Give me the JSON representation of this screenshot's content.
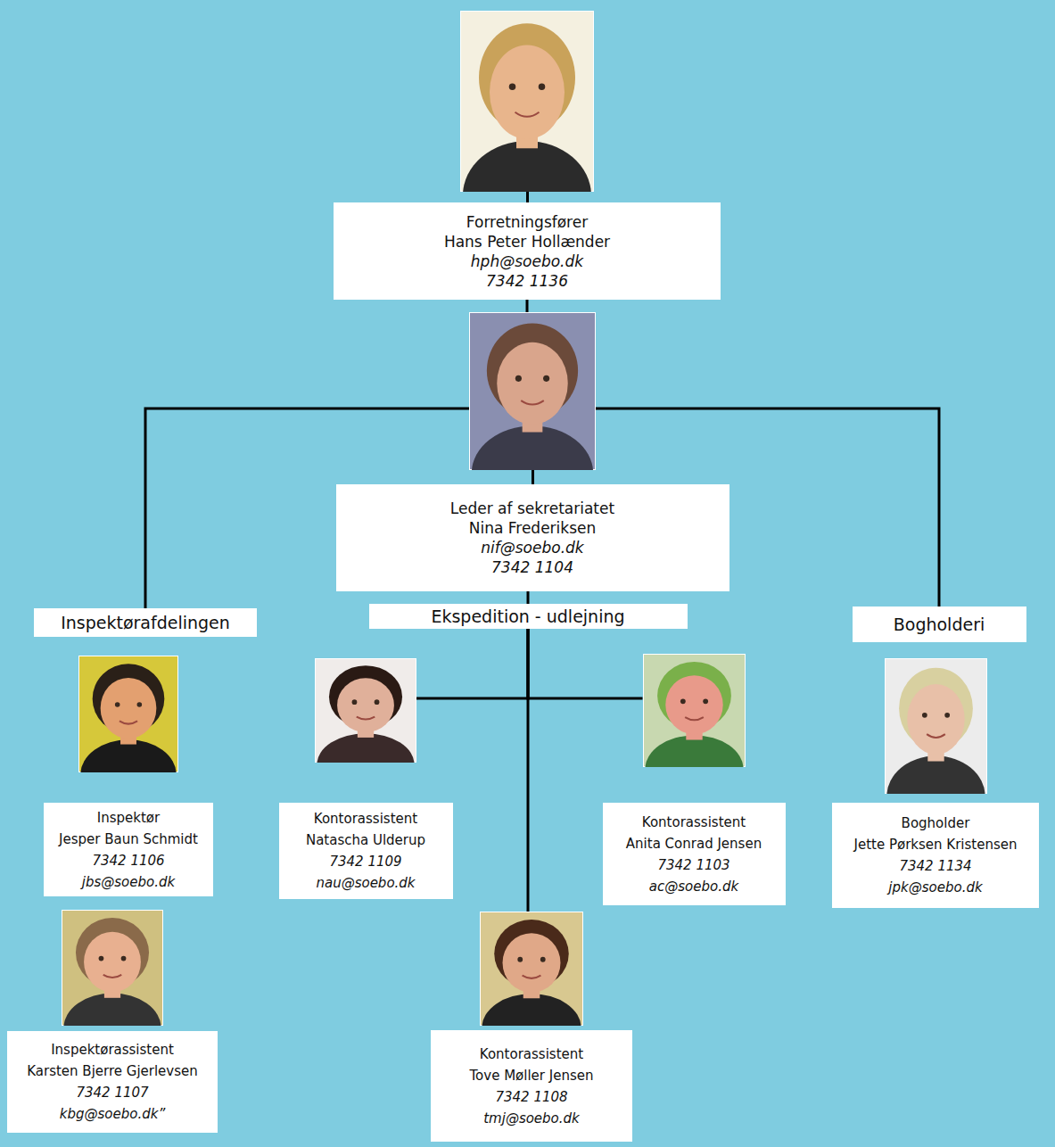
{
  "diagram": {
    "nodes": [
      {
        "text": [
          "Forretningsfører",
          "Hans Peter Hollænder",
          "hph@soebo.dk",
          "7342 1136"
        ]
      },
      {
        "text": [
          "Leder af sekretariatet",
          "Nina Frederiksen",
          "nif@soebo.dk",
          "7342 1104"
        ]
      },
      {
        "text": [
          "Inspektørafdelingen"
        ]
      },
      {
        "text": [
          "Ekspedition - udlejning"
        ]
      },
      {
        "text": [
          "Bogholderi"
        ]
      },
      {
        "text": [
          "Inspektør",
          "Jesper Baun Schmidt",
          "7342 1106",
          "jbs@soebo.dk"
        ]
      },
      {
        "text": [
          "Kontorassistent",
          "Natascha Ulderup",
          "7342 1109",
          "nau@soebo.dk"
        ]
      },
      {
        "text": [
          "Kontorassistent",
          "Anita Conrad Jensen",
          "7342 1103",
          "ac@soebo.dk"
        ]
      },
      {
        "text": [
          "Bogholder",
          "Jette Pørksen Kristensen",
          "7342 1134",
          "jpk@soebo.dk"
        ]
      },
      {
        "text": [
          "Inspektørassistent",
          "Karsten Bjerre Gjerlevsen",
          "7342 1107",
          "kbg@soebo.dk”"
        ]
      },
      {
        "text": [
          "Kontorassistent",
          "Tove Møller Jensen",
          "7342 1108",
          "tmj@soebo.dk"
        ]
      }
    ],
    "edges": [
      {
        "from": 0,
        "to": 1,
        "arrow": "none"
      },
      {
        "from": 1,
        "to": 2,
        "arrow": "none"
      },
      {
        "from": 1,
        "to": 3,
        "arrow": "none"
      },
      {
        "from": 1,
        "to": 4,
        "arrow": "none"
      },
      {
        "from": 3,
        "to": 6,
        "arrow": "none"
      },
      {
        "from": 3,
        "to": 7,
        "arrow": "none"
      },
      {
        "from": 3,
        "to": 10,
        "arrow": "none"
      }
    ]
  }
}
